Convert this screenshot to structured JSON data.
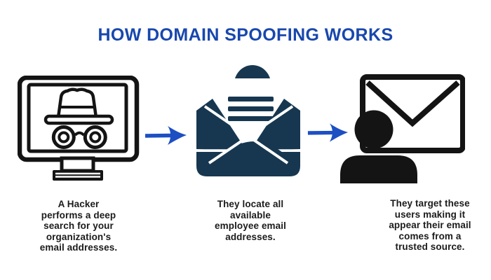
{
  "title": {
    "text": "HOW DOMAIN SPOOFING WORKS"
  },
  "colors": {
    "background": "#ffffff",
    "title-blue": "#1847ad",
    "arrow-blue": "#1d4fc3",
    "envelope-navy": "#173750",
    "icon-black": "#141414",
    "caption-black": "#1b1b1b"
  },
  "steps": [
    {
      "id": "hacker-search",
      "icon": "monitor-incognito-hacker-icon",
      "caption_lines": [
        "A Hacker",
        "performs a deep",
        "search for your",
        "organization's",
        "email addresses."
      ]
    },
    {
      "id": "locate-emails",
      "icon": "open-envelope-letter-icon",
      "caption_lines": [
        "They locate all",
        "available",
        "employee email",
        "addresses."
      ]
    },
    {
      "id": "target-users",
      "icon": "user-with-email-icon",
      "caption_lines": [
        "They target these",
        "users making it",
        "appear their email",
        "comes from a",
        "trusted source."
      ]
    }
  ],
  "arrows": [
    {
      "id": "arrow-1",
      "direction": "right"
    },
    {
      "id": "arrow-2",
      "direction": "right"
    }
  ]
}
